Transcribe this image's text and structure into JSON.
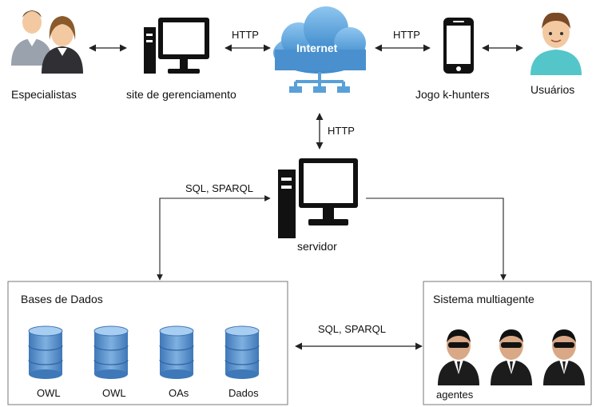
{
  "nodes": {
    "especialistas": "Especialistas",
    "site": "site de gerenciamento",
    "internet": "Internet",
    "jogo": "Jogo k-hunters",
    "usuarios": "Usuários",
    "servidor": "servidor"
  },
  "edges": {
    "http_site_internet": "HTTP",
    "http_internet_jogo": "HTTP",
    "http_internet_servidor": "HTTP",
    "sql_servidor_bases": "SQL, SPARQL",
    "sql_bases_agentes": "SQL, SPARQL"
  },
  "bases": {
    "title": "Bases de Dados",
    "items": [
      "OWL",
      "OWL",
      "OAs",
      "Dados"
    ]
  },
  "agents": {
    "title": "Sistema multiagente",
    "caption": "agentes"
  },
  "colors": {
    "cloud": "#5aa0d8",
    "database": "#5b8fc9",
    "person_skin": "#f3c9a2",
    "person_shirt_teal": "#54c6c9",
    "monitor": "#111111"
  },
  "icons": [
    "people-icon",
    "desktop-computer-icon",
    "cloud-network-icon",
    "smartphone-icon",
    "user-icon",
    "database-icon",
    "agent-icon"
  ]
}
